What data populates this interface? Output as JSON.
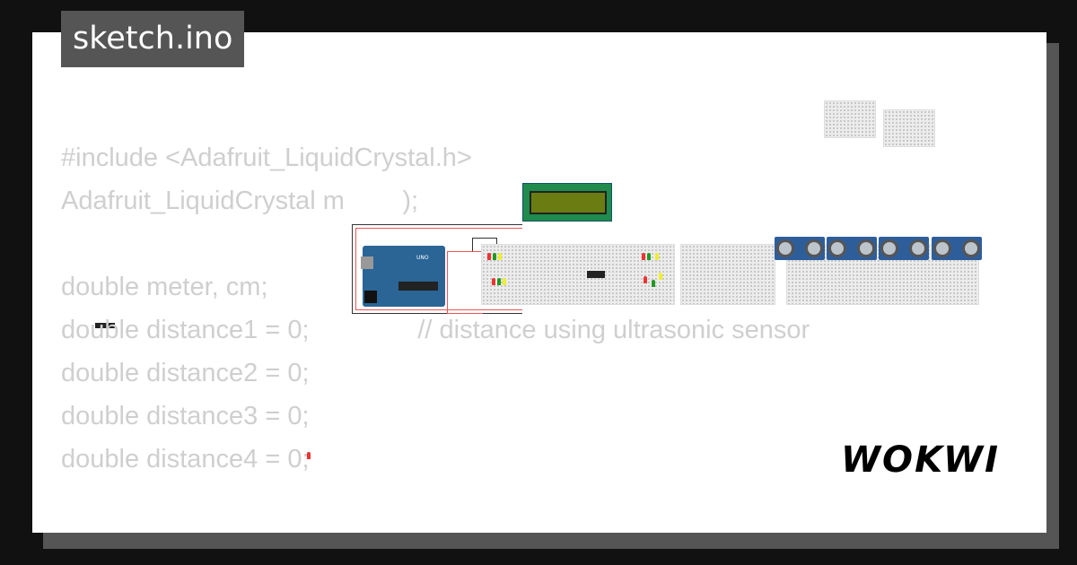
{
  "title": "sketch.ino",
  "code_lines": [
    "#include <Adafruit_LiquidCrystal.h>",
    "Adafruit_LiquidCrystal m        );",
    "",
    "double meter, cm;",
    "double distance1 = 0;               // distance using ultrasonic sensor",
    "double distance2 = 0;",
    "double distance3 = 0;",
    "double distance4 = 0;"
  ],
  "board_label": "UNO",
  "logo": "WOKWI",
  "colors": {
    "lcd": "#1f8b4c",
    "lcd_screen": "#6b7d12",
    "arduino": "#2a6596",
    "sensor": "#2e5e9a"
  }
}
